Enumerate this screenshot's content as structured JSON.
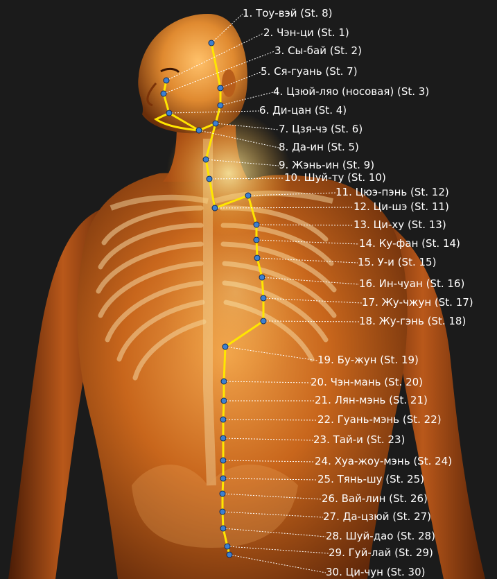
{
  "points": [
    {
      "label": "1. Тоу-вэй (St. 8)"
    },
    {
      "label": "2. Чэн-ци (St. 1)"
    },
    {
      "label": "3. Сы-бай (St. 2)"
    },
    {
      "label": "5. Ся-гуань (St. 7)"
    },
    {
      "label": "4. Цзюй-ляо (носовая) (St. 3)"
    },
    {
      "label": "6. Ди-цан (St. 4)"
    },
    {
      "label": "7. Цзя-чэ (St. 6)"
    },
    {
      "label": "8. Да-ин (St. 5)"
    },
    {
      "label": "9. Жэнь-ин (St. 9)"
    },
    {
      "label": "10. Шуй-ту (St. 10)"
    },
    {
      "label": "11. Цюэ-пэнь (St. 12)"
    },
    {
      "label": "12. Ци-шэ (St. 11)"
    },
    {
      "label": "13. Ци-ху (St. 13)"
    },
    {
      "label": "14. Ку-фан (St. 14)"
    },
    {
      "label": "15. У-и (St. 15)"
    },
    {
      "label": "16. Ин-чуан (St. 16)"
    },
    {
      "label": "17. Жу-чжун (St. 17)"
    },
    {
      "label": "18. Жу-гэнь (St. 18)"
    },
    {
      "label": "19. Бу-жун (St. 19)"
    },
    {
      "label": "20. Чэн-мань (St. 20)"
    },
    {
      "label": "21. Лян-мэнь (St. 21)"
    },
    {
      "label": "22. Гуань-мэнь (St. 22)"
    },
    {
      "label": "23. Тай-и (St. 23)"
    },
    {
      "label": "24. Хуа-жоу-мэнь (St. 24)"
    },
    {
      "label": "25. Тянь-шу (St. 25)"
    },
    {
      "label": "26. Вай-лин (St. 26)"
    },
    {
      "label": "27. Да-цзюй (St. 27)"
    },
    {
      "label": "28. Шуй-дао (St. 28)"
    },
    {
      "label": "29. Гуй-лай (St. 29)"
    },
    {
      "label": "30. Ци-чун (St. 30)"
    }
  ],
  "colors": {
    "background": "#1b1b1b",
    "body": "#c8661c",
    "meridian": "#ffe600",
    "point": "#3d7fd0",
    "leader": "#ffffff",
    "text": "#ffffff"
  }
}
